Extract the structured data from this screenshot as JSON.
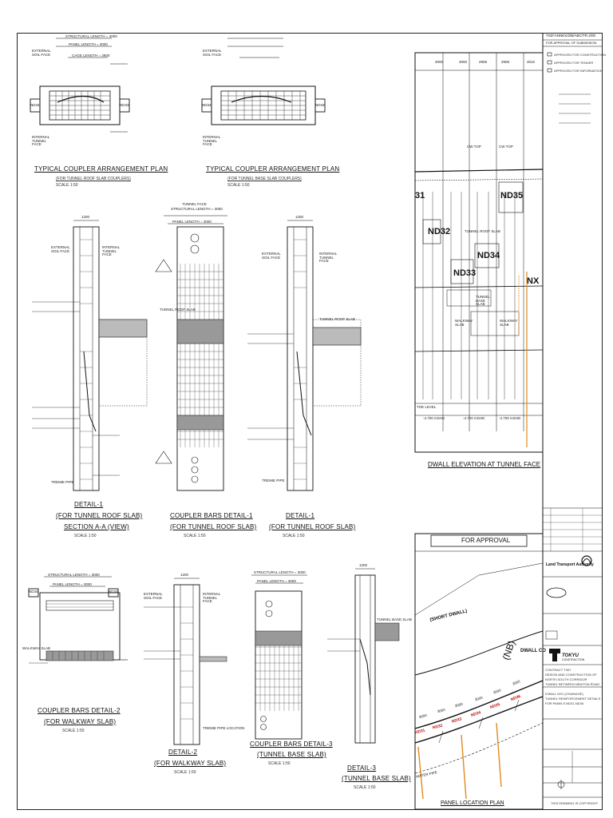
{
  "sheet": {
    "header_ref": "TSD*ANNEX/2/B/ABC/TR.4/00",
    "header_note": "FOR APPROVAL OF SUBMISSION"
  },
  "details": {
    "plan1": {
      "title": "TYPICAL COUPLER ARRANGEMENT PLAN",
      "subtitle": "(FOR TUNNEL ROOF SLAB COUPLERS)",
      "scale": "SCALE 1:50",
      "ext_face": "EXTERNAL SOIL FACE",
      "int_face": "INTERNAL TUNNEL FACE",
      "panel_tag": "ND34",
      "neighbor_tag": "ND33",
      "struct_len": "STRUCTURAL LENGTH = 3000",
      "panel_len": "PANEL LENGTH = 3000",
      "cage_len": "CAGE LENGTH = 2800"
    },
    "plan2": {
      "title": "TYPICAL COUPLER ARRANGEMENT PLAN",
      "subtitle": "(FOR TUNNEL BASE SLAB COUPLERS)",
      "scale": "SCALE 1:50",
      "ext_face": "EXTERNAL SOIL FACE",
      "int_face": "INTERNAL TUNNEL FACE",
      "panel_tag": "ND34",
      "neighbor_tag": "ND33"
    },
    "detail1a": {
      "title": "DETAIL-1",
      "line2": "(FOR TUNNEL ROOF SLAB)",
      "line3": "SECTION A-A (VIEW)",
      "scale": "SCALE 1:50",
      "ext_face": "EXTERNAL SOIL FACE",
      "int_face": "INTERNAL TUNNEL FACE",
      "width": "1200",
      "bottom": "TREMIE PIPE"
    },
    "coupler1": {
      "title": "COUPLER BARS DETAIL-1",
      "line2": "(FOR TUNNEL ROOF SLAB)",
      "scale": "SCALE 1:50",
      "tunnel_face": "TUNNEL FACE",
      "struct_len": "STRUCTURAL LENGTH = 3000",
      "panel_len": "PANEL LENGTH = 3000",
      "roof_slab": "TUNNEL ROOF SLAB"
    },
    "detail1b": {
      "title": "DETAIL-1",
      "line2": "(FOR TUNNEL ROOF SLAB)",
      "scale": "SCALE 1:50",
      "ext_face": "EXTERNAL SOIL FACE",
      "int_face": "INTERNAL TUNNEL FACE",
      "width": "1200",
      "roof_slab": "TUNNEL ROOF SLAB",
      "bottom": "TREMIE PIPE"
    },
    "coupler2": {
      "title": "COUPLER BARS DETAIL-2",
      "line2": "(FOR WALKWAY SLAB)",
      "scale": "SCALE 1:50",
      "struct_len": "STRUCTURAL LENGTH = 3000",
      "panel_len": "PANEL LENGTH = 3000",
      "walkway": "WALKWAY SLAB",
      "tag_left": "ND34",
      "tag_right": "ND33"
    },
    "detail2": {
      "title": "DETAIL-2",
      "line2": "(FOR WALKWAY SLAB)",
      "scale": "SCALE 1:50",
      "ext_face": "EXTERNAL SOIL FACE",
      "int_face": "INTERNAL TUNNEL FACE",
      "width": "1200",
      "bottom": "TREMIE PIPE LOCATION"
    },
    "coupler3": {
      "title": "COUPLER BARS DETAIL-3",
      "line2": "(TUNNEL BASE SLAB)",
      "scale": "SCALE 1:50",
      "struct_len": "STRUCTURAL LENGTH = 3000",
      "panel_len": "PANEL LENGTH = 3000"
    },
    "detail3": {
      "title": "DETAIL-3",
      "line2": "(TUNNEL BASE SLAB)",
      "scale": "SCALE 1:50",
      "width": "1200",
      "base_slab": "TUNNEL BASE SLAB"
    }
  },
  "elevation": {
    "title": "DWALL ELEVATION AT TUNNEL FACE",
    "top_dims": [
      "3000",
      "3000",
      "2908",
      "2908",
      "3010"
    ],
    "panels": [
      "ND32",
      "ND33",
      "ND34",
      "ND35",
      "NX"
    ],
    "partial_left": "31",
    "cw_top": "CW TOP",
    "roof_slab": "TUNNEL ROOF SLAB",
    "base_slab": "TUNNEL BASE SLAB",
    "walkway": "WALKWAY SLAB",
    "toe": "TOE LEVEL",
    "levels": [
      "-4.700 mSHD",
      "-4.700 mSHD",
      "-4.700 mSHD"
    ]
  },
  "panel_plan": {
    "banner": "FOR APPROVAL",
    "title": "PANEL LOCATION PLAN",
    "short_dwall": "(SHORT DWALL)",
    "nb": "(NB)",
    "dwall_co": "DWALL CO",
    "dims": [
      "3000",
      "3000",
      "3000",
      "3000",
      "3000",
      "3000"
    ],
    "tags": [
      "ND31",
      "ND32",
      "ND33",
      "ND34",
      "ND35",
      "ND36"
    ],
    "pipe": "WATER PIPE"
  },
  "titleblock": {
    "authority": "Land Transport Authority",
    "contractor": "TOKYU",
    "contractor_sub": "CONSTRUCTION",
    "contract": "CONTRACT T307",
    "desc1": "DESIGN AND CONSTRUCTION OF",
    "desc2": "NORTH-SOUTH CORRIDOR",
    "desc3": "TUNNEL BETWEEN NEWTON ROAD",
    "drawing1": "D'WALL NX1 (CHAINAGE)",
    "drawing2": "TUNNEL REINFORCEMENT DETAILS",
    "drawing3": "FOR PANELS ND31-ND36",
    "footer": "THIS DRAWING IS COPYRIGHT",
    "checks": [
      "APPROVED FOR CONSTRUCTION",
      "APPROVED FOR TENDER",
      "APPROVED FOR INFORMATION"
    ]
  }
}
